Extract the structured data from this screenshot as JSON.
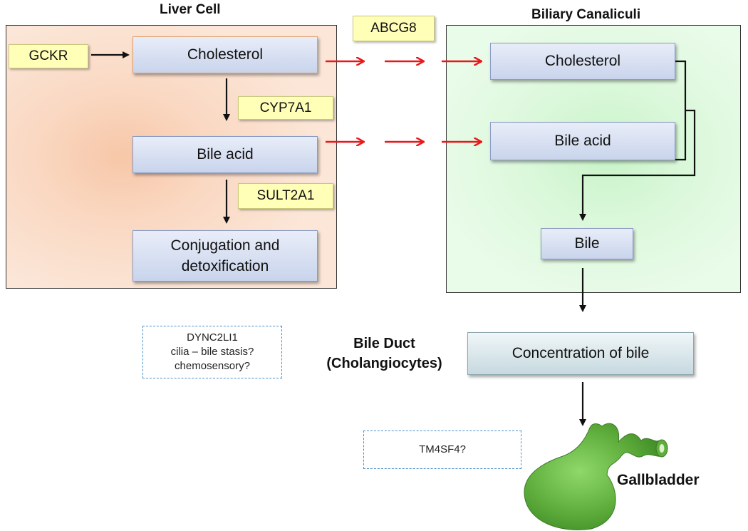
{
  "titles": {
    "liver_cell": "Liver Cell",
    "biliary_canaliculi": "Biliary Canaliculi",
    "bile_duct_line1": "Bile Duct",
    "bile_duct_line2": "(Cholangiocytes)",
    "gallbladder": "Gallbladder"
  },
  "liver": {
    "cholesterol": "Cholesterol",
    "bile_acid": "Bile acid",
    "conjugation_line1": "Conjugation and",
    "conjugation_line2": "detoxification"
  },
  "biliary": {
    "cholesterol": "Cholesterol",
    "bile_acid": "Bile acid",
    "bile": "Bile"
  },
  "bile_duct": {
    "concentration": "Concentration of bile"
  },
  "genes": {
    "gckr": "GCKR",
    "abcg8": "ABCG8",
    "cyp7a1": "CYP7A1",
    "sult2a1": "SULT2A1"
  },
  "notes": {
    "dync2li1_line1": "DYNC2LI1",
    "dync2li1_line2": "cilia – bile stasis?",
    "dync2li1_line3": "chemosensory?",
    "tm4sf4": "TM4SF4?"
  },
  "colors": {
    "transport_arrow": "#e8191b",
    "flow_arrow": "#111111",
    "liver_panel": "#f9d2b8",
    "biliary_panel": "#d8f7d8",
    "gallbladder": "#5fae3c"
  }
}
